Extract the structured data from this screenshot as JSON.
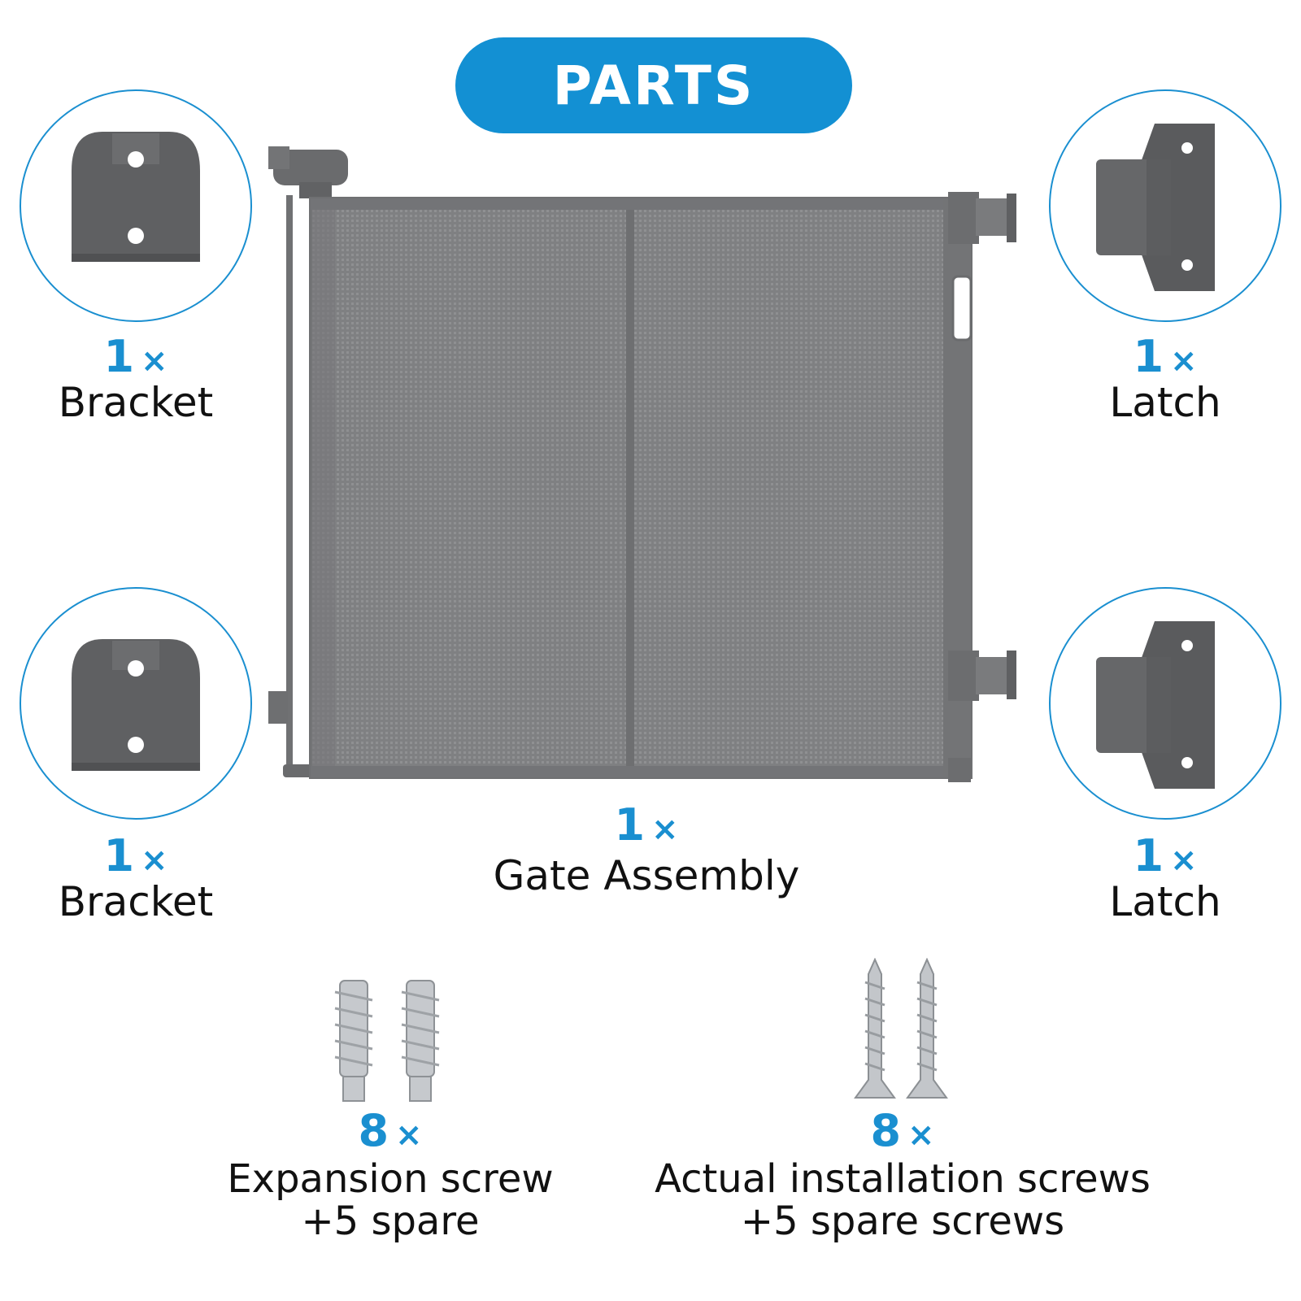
{
  "header": {
    "title": "PARTS"
  },
  "colors": {
    "accent": "#1390d3",
    "part_gray": "#5f6062",
    "mesh_gray": "#7d7e80",
    "metal": "#c8cbcf"
  },
  "parts": {
    "bracket_top": {
      "qty": "1",
      "mult": "×",
      "name": "Bracket",
      "icon": "bracket-icon"
    },
    "bracket_bottom": {
      "qty": "1",
      "mult": "×",
      "name": "Bracket",
      "icon": "bracket-icon"
    },
    "latch_top": {
      "qty": "1",
      "mult": "×",
      "name": "Latch",
      "icon": "latch-icon"
    },
    "latch_bottom": {
      "qty": "1",
      "mult": "×",
      "name": "Latch",
      "icon": "latch-icon"
    },
    "gate": {
      "qty": "1",
      "mult": "×",
      "name": "Gate Assembly",
      "icon": "gate-assembly-icon"
    },
    "expansion": {
      "qty": "8",
      "mult": "×",
      "line1": "Expansion screw",
      "line2": "+5 spare",
      "icon": "expansion-screw-icon"
    },
    "install": {
      "qty": "8",
      "mult": "×",
      "line1": "Actual installation screws",
      "line2": "+5 spare screws",
      "icon": "installation-screw-icon"
    }
  }
}
